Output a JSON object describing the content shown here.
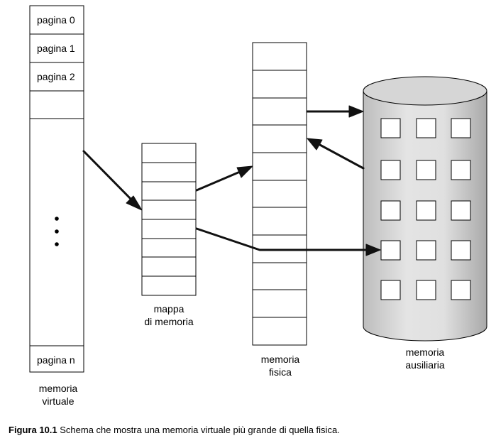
{
  "virtual_memory": {
    "pages": [
      "pagina 0",
      "pagina 1",
      "pagina 2"
    ],
    "last_page": "pagina n",
    "label_lines": [
      "memoria",
      "virtuale"
    ]
  },
  "memory_map": {
    "label_lines": [
      "mappa",
      "di memoria"
    ]
  },
  "physical_memory": {
    "label_lines": [
      "memoria",
      "fisica"
    ]
  },
  "auxiliary_memory": {
    "label_lines": [
      "memoria",
      "ausiliaria"
    ]
  },
  "caption": {
    "prefix": "Figura 10.1",
    "text": " Schema che mostra una memoria virtuale più grande di quella fisica."
  }
}
